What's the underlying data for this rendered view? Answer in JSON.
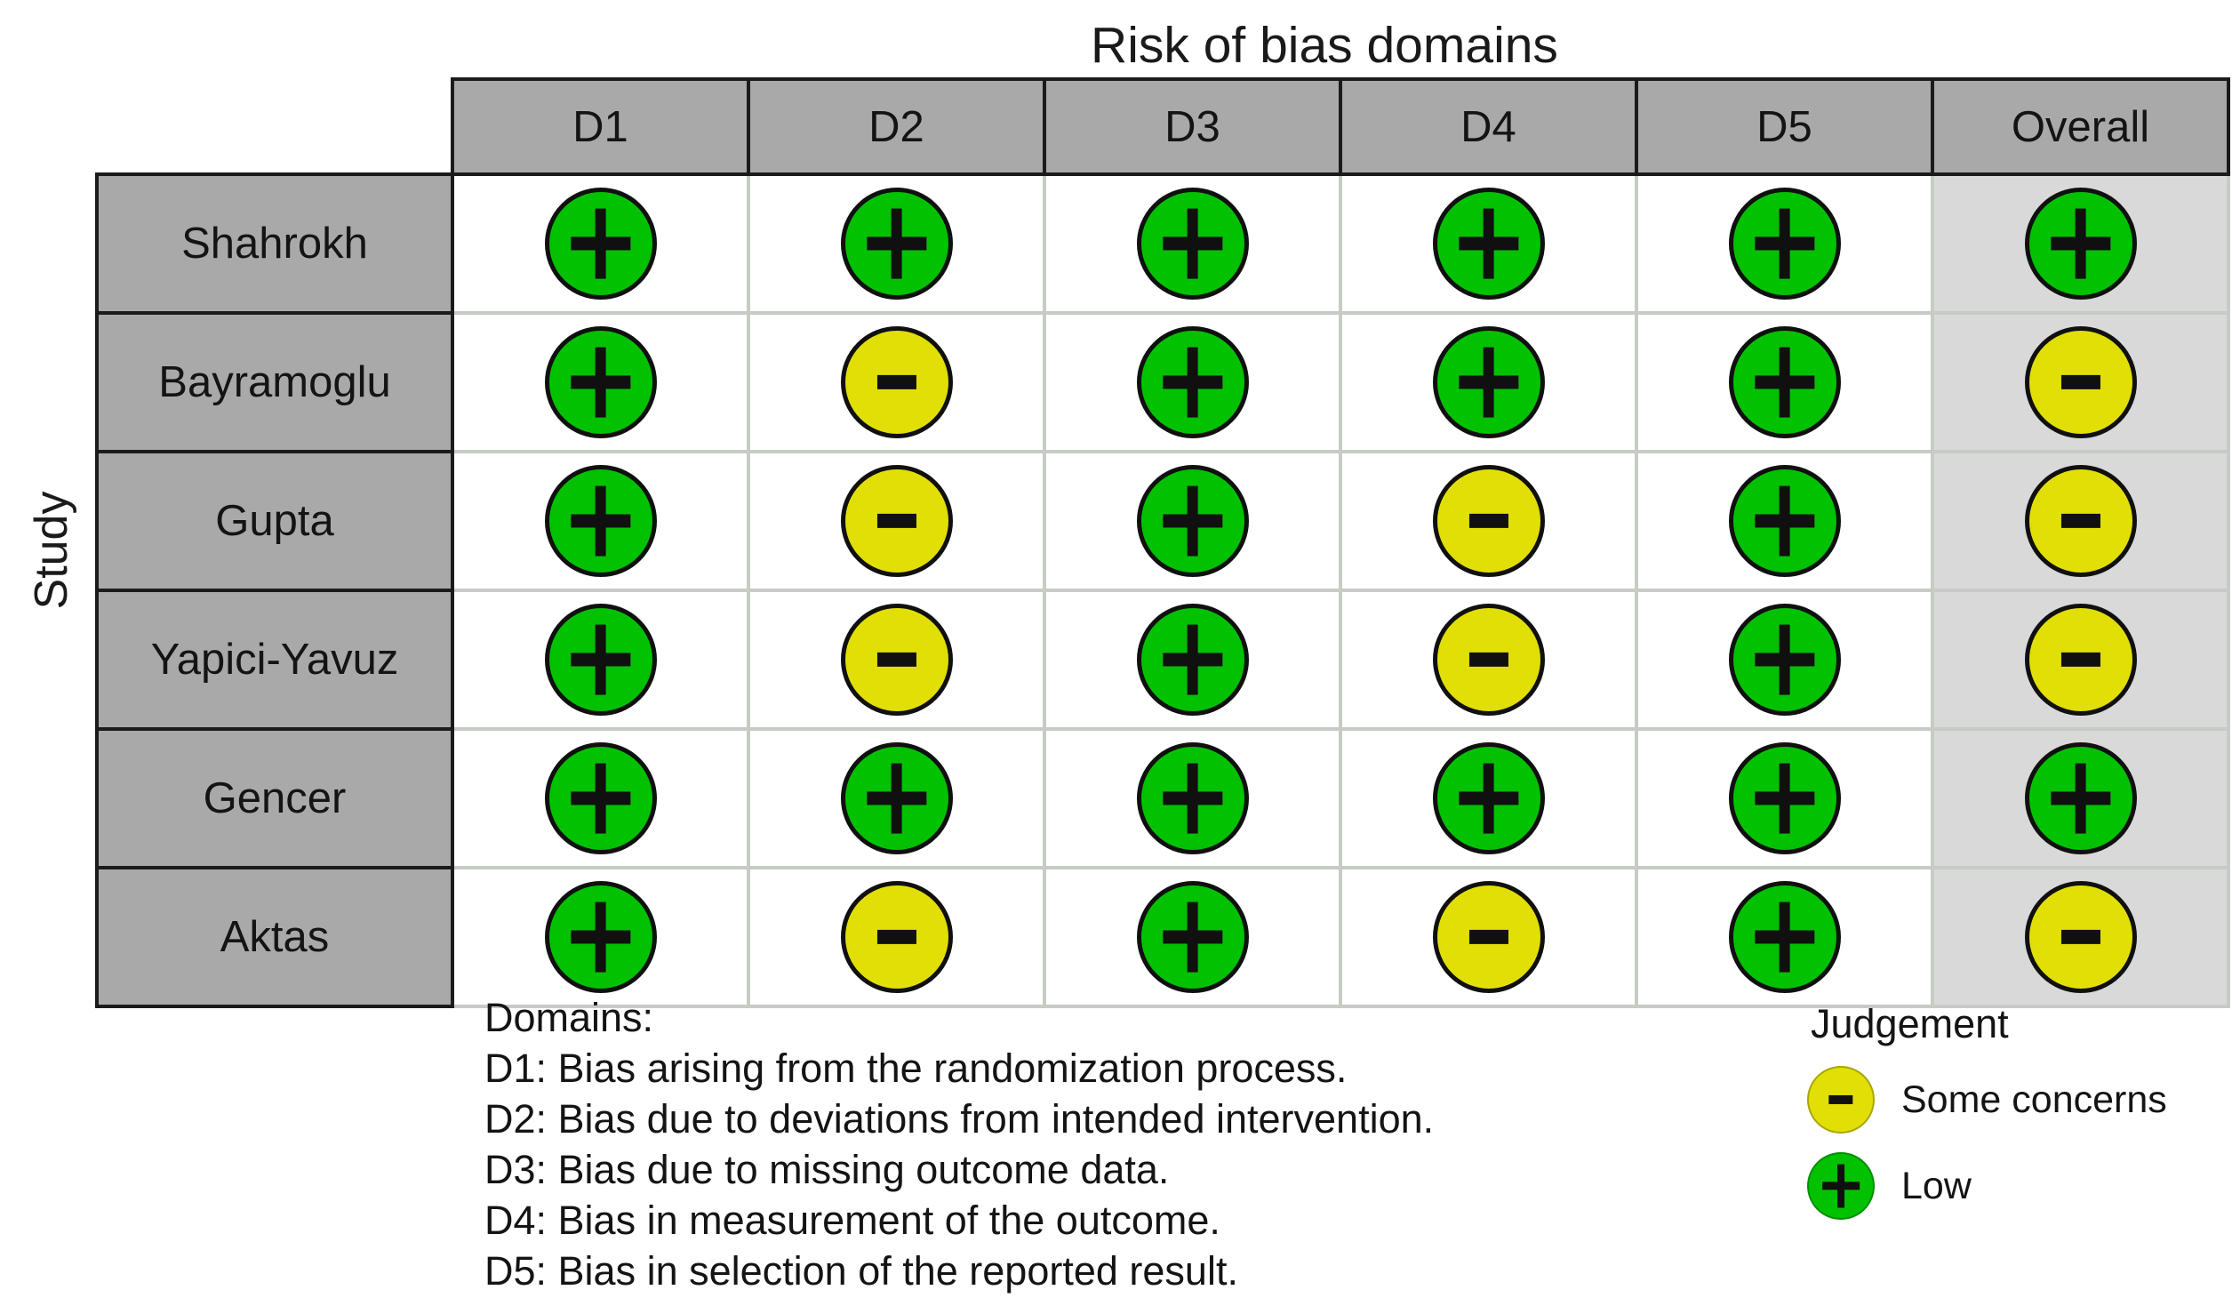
{
  "chart_data": {
    "type": "table",
    "title": "Risk of bias domains",
    "row_axis_label": "Study",
    "columns": [
      "D1",
      "D2",
      "D3",
      "D4",
      "D5",
      "Overall"
    ],
    "rows": [
      "Shahrokh",
      "Bayramoglu",
      "Gupta",
      "Yapici-Yavuz",
      "Gencer",
      "Aktas"
    ],
    "values": [
      [
        "Low",
        "Low",
        "Low",
        "Low",
        "Low",
        "Low"
      ],
      [
        "Low",
        "Some concerns",
        "Low",
        "Low",
        "Low",
        "Some concerns"
      ],
      [
        "Low",
        "Some concerns",
        "Low",
        "Some concerns",
        "Low",
        "Some concerns"
      ],
      [
        "Low",
        "Some concerns",
        "Low",
        "Some concerns",
        "Low",
        "Some concerns"
      ],
      [
        "Low",
        "Low",
        "Low",
        "Low",
        "Low",
        "Low"
      ],
      [
        "Low",
        "Some concerns",
        "Low",
        "Some concerns",
        "Low",
        "Some concerns"
      ]
    ],
    "legend_position": "bottom-right",
    "grid": true
  },
  "judgements": {
    "Low": {
      "symbol": "+",
      "color": "#02c100",
      "css": "plus"
    },
    "Some concerns": {
      "symbol": "-",
      "color": "#e2df07",
      "css": "minus"
    }
  },
  "notes": {
    "title": "Domains:",
    "items": [
      "D1: Bias arising from the randomization process.",
      "D2: Bias due to deviations from intended intervention.",
      "D3: Bias due to missing outcome data.",
      "D4: Bias in measurement of the outcome.",
      "D5: Bias in selection of the reported result."
    ]
  },
  "legend": {
    "title": "Judgement",
    "entries": [
      "Some concerns",
      "Low"
    ]
  },
  "colors": {
    "low": "#02c100",
    "some_concerns": "#e2df07",
    "header_bg": "#a9a9a9",
    "overall_bg": "#d9d9d9",
    "grid_line": "#c6cbc4"
  }
}
